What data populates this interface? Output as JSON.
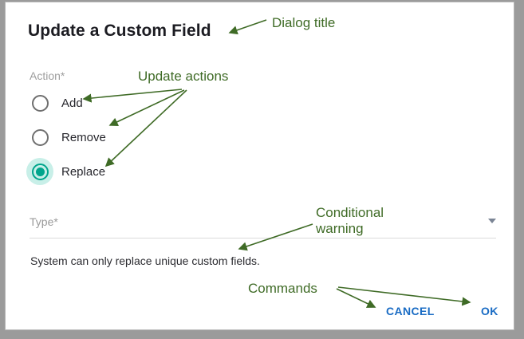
{
  "dialog": {
    "title": "Update a Custom Field",
    "action_label": "Action*",
    "radio_options": [
      {
        "label": "Add",
        "selected": false,
        "name": "radio-option-add"
      },
      {
        "label": "Remove",
        "selected": false,
        "name": "radio-option-remove"
      },
      {
        "label": "Replace",
        "selected": true,
        "name": "radio-option-replace"
      }
    ],
    "type_field": {
      "label": "Type*",
      "value": "",
      "caret_icon": "chevron-down-icon"
    },
    "warning_text": "System can only replace unique custom fields.",
    "buttons": {
      "cancel": "CANCEL",
      "ok": "OK"
    }
  },
  "annotations": [
    {
      "id": "dialog-title",
      "text": "Dialog title"
    },
    {
      "id": "update-actions",
      "text": "Update actions"
    },
    {
      "id": "conditional",
      "text": "Conditional\nwarning"
    },
    {
      "id": "commands",
      "text": "Commands"
    }
  ],
  "annotation_lines": {
    "conditional_line1": "Conditional",
    "conditional_line2": "warning"
  },
  "colors": {
    "accent_teal": "#00a58c",
    "accent_teal_halo": "#c8efe8",
    "link_blue": "#1a6cc4",
    "annotation_green": "#3f6b26",
    "label_gray": "#9a9a9a",
    "border_gray": "#b6b6b6",
    "page_gray": "#9b9b9b",
    "card_white": "#ffffff",
    "text_dark": "#1c1c22"
  }
}
